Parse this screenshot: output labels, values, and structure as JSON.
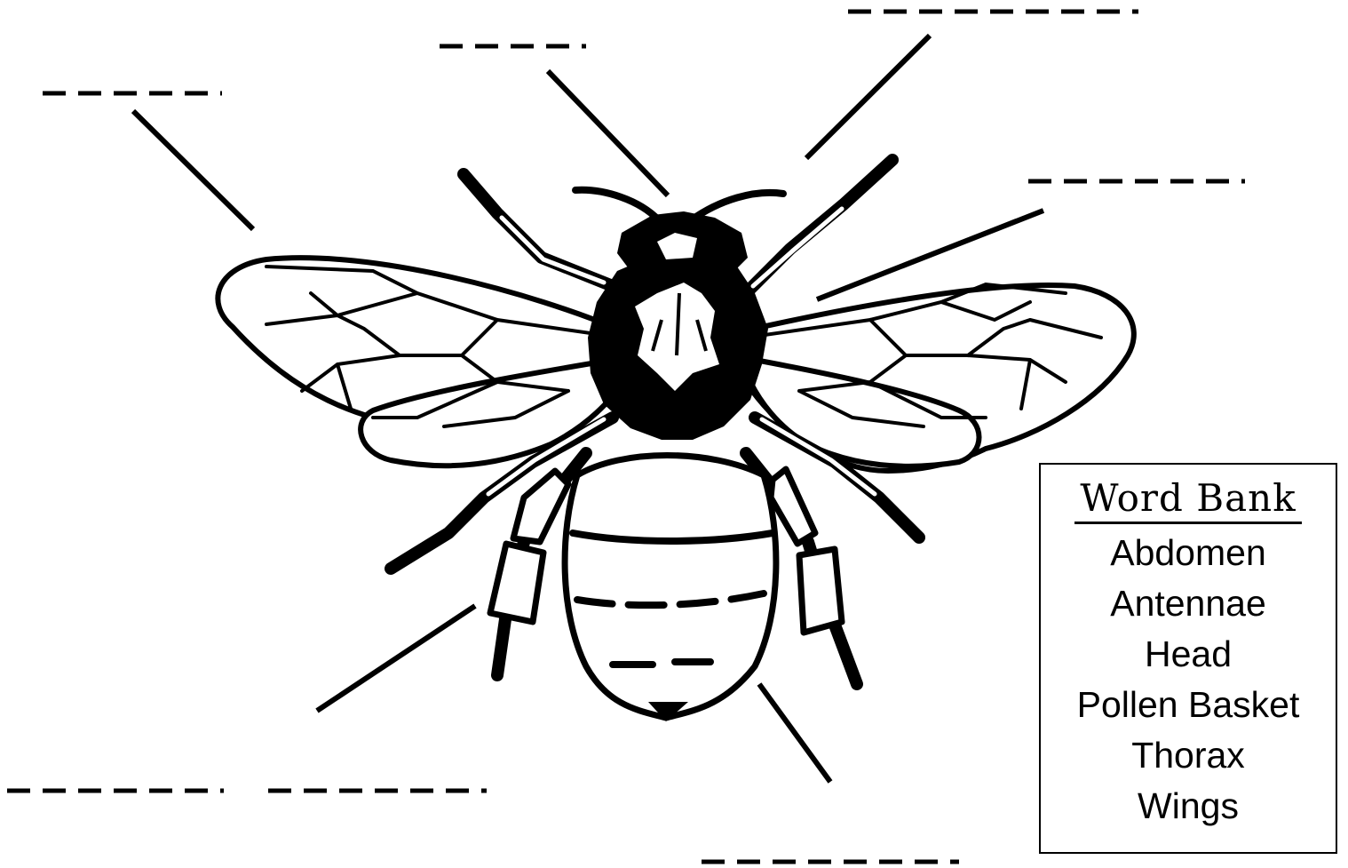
{
  "word_bank": {
    "title": "Word Bank",
    "terms": [
      "Abdomen",
      "Antennae",
      "Head",
      "Pollen Basket",
      "Thorax",
      "Wings"
    ]
  }
}
